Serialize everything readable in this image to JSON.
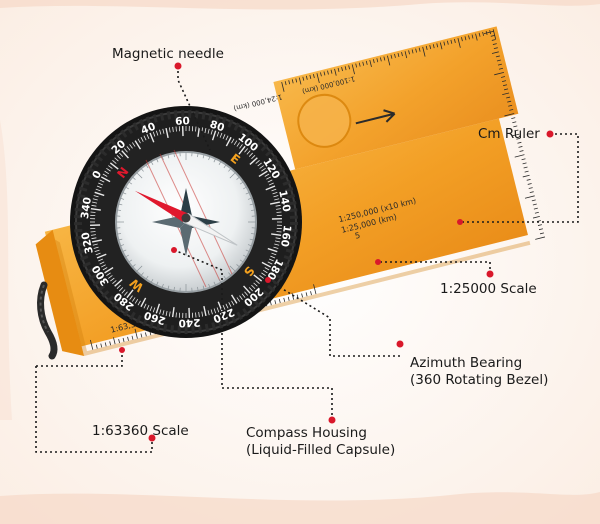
{
  "callouts": {
    "magnetic_needle": "Magnetic needle",
    "cm_ruler": "Cm Ruler",
    "scale_25000": "1:25000 Scale",
    "azimuth_line1": "Azimuth Bearing",
    "azimuth_line2": "(360 Rotating Bezel)",
    "scale_63360": "1:63360 Scale",
    "housing_line1": "Compass Housing",
    "housing_line2": "(Liquid-Filled Capsule)"
  },
  "plate_text": {
    "scale_250k": "1:250,000 (x10 km)",
    "scale_25k": "1:25,000 (km)",
    "scale_63k": "1:63,360 (miles)",
    "scale_24k": "1:24,000 (km)",
    "scale_100k": "1:100,000 (km)",
    "plate_num": "5"
  },
  "bezel": {
    "degree_labels": [
      "0",
      "20",
      "40",
      "60",
      "80",
      "100",
      "120",
      "140",
      "160",
      "180",
      "200",
      "220",
      "240",
      "260",
      "280",
      "300",
      "320",
      "340"
    ],
    "cardinals": [
      "N",
      "E",
      "S",
      "W"
    ]
  },
  "colors": {
    "plate": "#f29a1a",
    "bezel": "#1d1d1d",
    "needle_north": "#e0182d",
    "callout_dot": "#d9182b",
    "label_text": "#1a1a1a"
  }
}
